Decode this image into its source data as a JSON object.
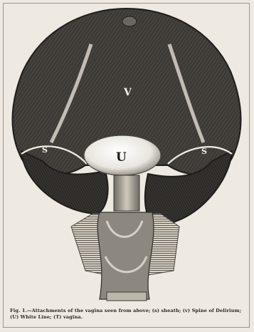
{
  "figure": {
    "labels": {
      "v": "V",
      "u": "U",
      "s_left": "S",
      "s_right": "S"
    },
    "caption": "Fig. 1.—Attachments of the vagina seen from above; (s) sheath; (v) Spine of Delirium; (U) White Line; (T) vagina."
  }
}
